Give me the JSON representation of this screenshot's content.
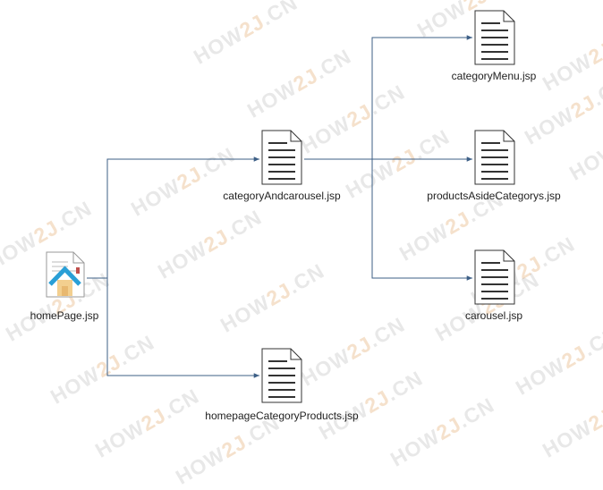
{
  "watermark": {
    "prefix": "HOW",
    "accent": "2J",
    "suffix": "CN",
    "dot": "."
  },
  "colors": {
    "connector": "#3d5f86",
    "doc_stroke": "#333333",
    "doc_lines": "#333333",
    "home_roof": "#2a9fd6",
    "home_wall": "#f3cf8f",
    "watermark_text": "#969696",
    "watermark_accent": "#e1aa6e"
  },
  "nodes": {
    "home_page": {
      "label": "homePage.jsp",
      "icon": "home-page-icon"
    },
    "category_and_carousel": {
      "label": "categoryAndcarousel.jsp",
      "icon": "document-icon"
    },
    "homepage_category_products": {
      "label": "homepageCategoryProducts.jsp",
      "icon": "document-icon"
    },
    "category_menu": {
      "label": "categoryMenu.jsp",
      "icon": "document-icon"
    },
    "products_aside_categorys": {
      "label": "productsAsideCategorys.jsp",
      "icon": "document-icon"
    },
    "carousel": {
      "label": "carousel.jsp",
      "icon": "document-icon"
    }
  },
  "edges": [
    {
      "from": "home_page",
      "to": "category_and_carousel"
    },
    {
      "from": "home_page",
      "to": "homepage_category_products"
    },
    {
      "from": "category_and_carousel",
      "to": "category_menu"
    },
    {
      "from": "category_and_carousel",
      "to": "products_aside_categorys"
    },
    {
      "from": "category_and_carousel",
      "to": "carousel"
    }
  ]
}
